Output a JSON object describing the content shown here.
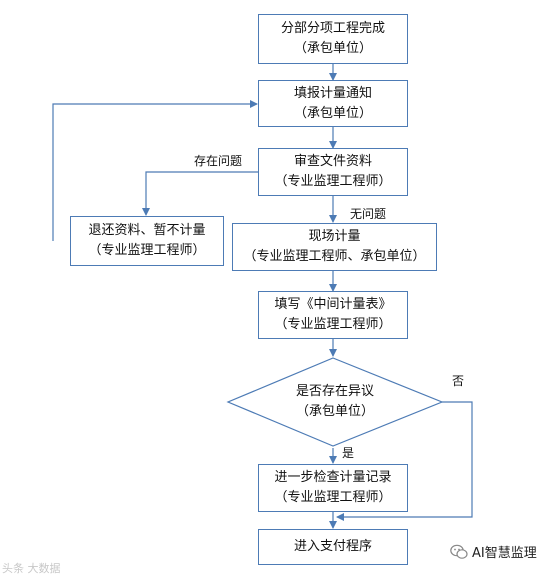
{
  "steps": [
    {
      "line1": "分部分项工程完成",
      "line2": "（承包单位）"
    },
    {
      "line1": "填报计量通知",
      "line2": "（承包单位）"
    },
    {
      "line1": "审查文件资料",
      "line2": "（专业监理工程师）"
    },
    {
      "line1": "退还资料、暂不计量",
      "line2": "（专业监理工程师）"
    },
    {
      "line1": "现场计量",
      "line2": "（专业监理工程师、承包单位）"
    },
    {
      "line1": "填写《中间计量表》",
      "line2": "（专业监理工程师）"
    },
    {
      "line1": "进一步检查计量记录",
      "line2": "（专业监理工程师）"
    },
    {
      "line1": "进入支付程序"
    }
  ],
  "decision": {
    "line1": "是否存在异议",
    "line2": "（承包单位）"
  },
  "labels": {
    "has_issue": "存在问题",
    "no_issue": "无问题",
    "no": "否",
    "yes": "是"
  },
  "watermark": {
    "left": "头条 大数据",
    "right": "AI智慧监理"
  },
  "colors": {
    "box_border": "#4d7bb5",
    "arrow": "#4d7bb5"
  }
}
